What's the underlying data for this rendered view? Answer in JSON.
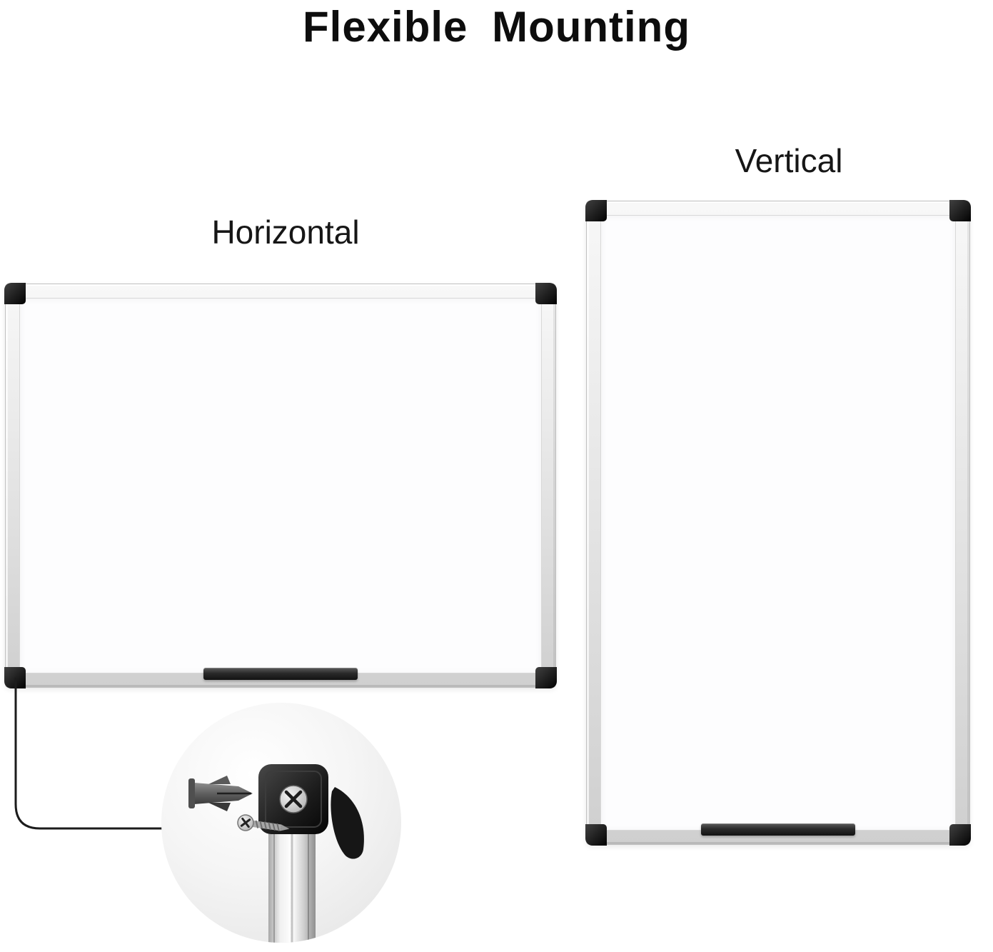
{
  "page": {
    "title": "Flexible Mounting"
  },
  "labels": {
    "horizontal": "Horizontal",
    "vertical": "Vertical"
  },
  "colors": {
    "background": "#ffffff",
    "text": "#111111",
    "frame_silver": "#d9d9d9",
    "board_surface": "#fdfdfe",
    "corner_cap_black": "#1a1a1a",
    "marker_tray_dark": "#2a2a2a",
    "callout_circle": "#efefef",
    "connector_line": "#1c1c1c"
  },
  "icons": {
    "callout_detail": "mounting-hardware-detail",
    "wall_anchor": "wall-anchor-icon",
    "screw": "screw-icon",
    "corner_cap": "frame-corner-cap-icon"
  }
}
